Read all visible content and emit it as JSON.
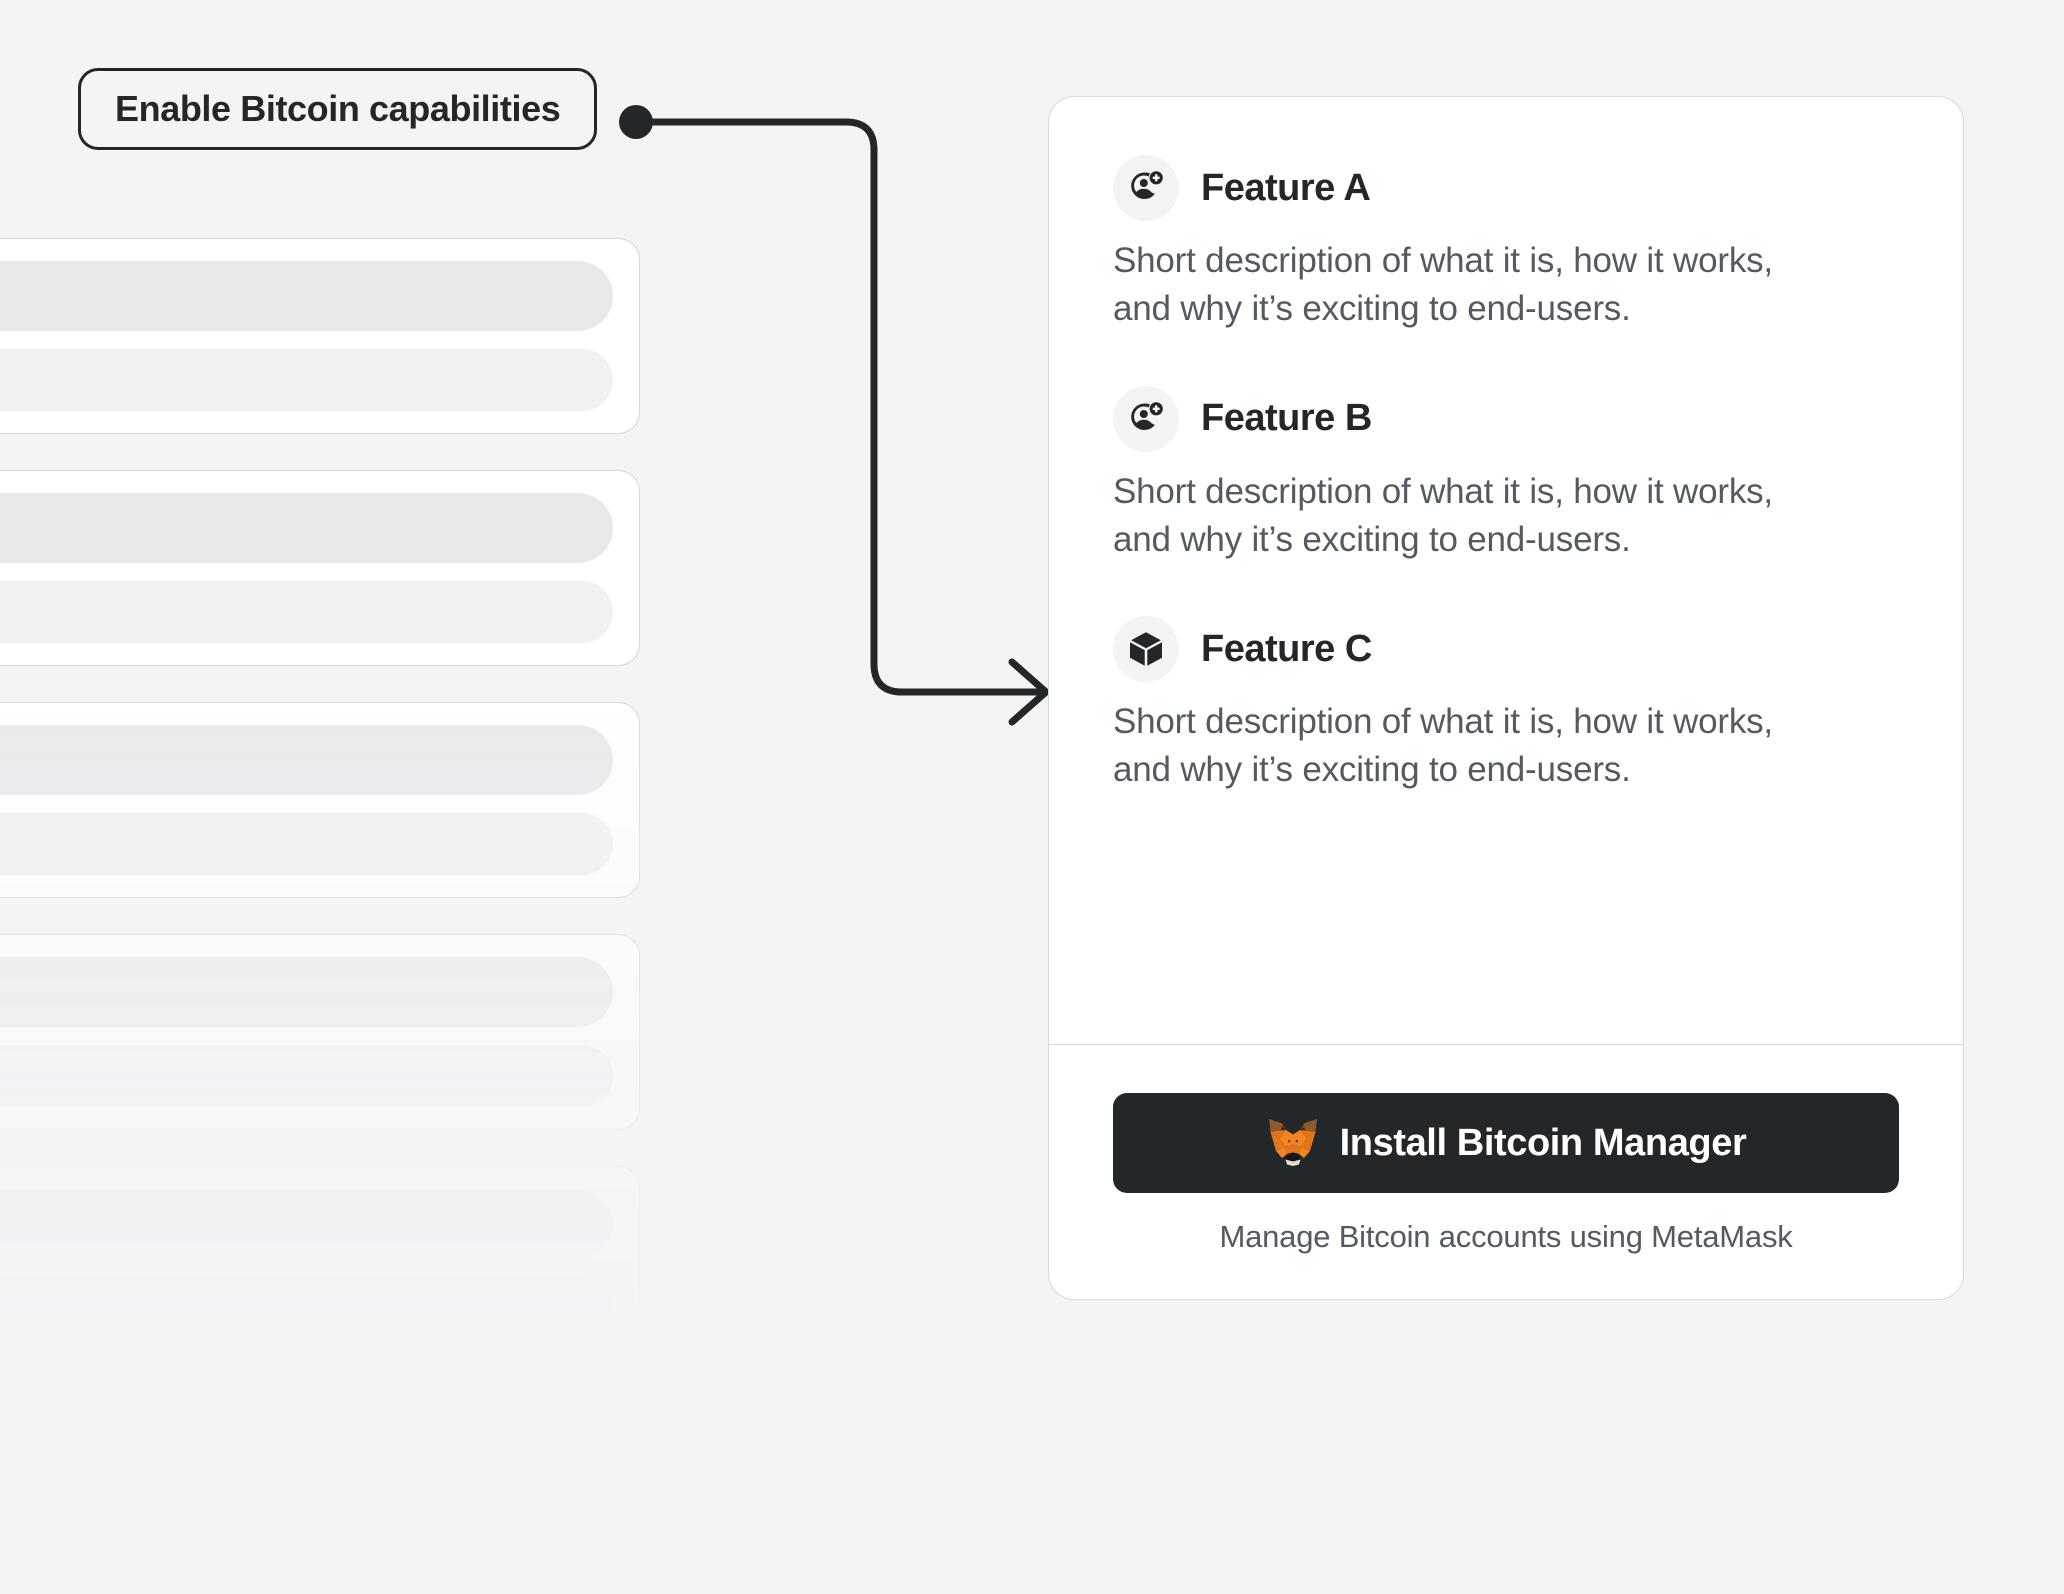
{
  "callout": {
    "label": "Enable Bitcoin capabilities",
    "connector_dot": "connector-dot",
    "arrow": "arrow-head"
  },
  "background": {
    "skeleton_card_count": 6,
    "note": "placeholder account list cards fading downward"
  },
  "card": {
    "features": [
      {
        "icon": "account-add-icon",
        "title": "Feature A",
        "description": "Short description of what it is, how it works, and why it’s exciting to end-users."
      },
      {
        "icon": "account-add-icon",
        "title": "Feature B",
        "description": "Short description of what it is, how it works, and why it’s exciting to end-users."
      },
      {
        "icon": "cube-icon",
        "title": "Feature C",
        "description": "Short description of what it is, how it works, and why it’s exciting to end-users."
      }
    ],
    "footer": {
      "install_button_label": "Install Bitcoin Manager",
      "install_button_icon": "metamask-fox-icon",
      "caption": "Manage Bitcoin accounts using MetaMask"
    }
  },
  "colors": {
    "page_background": "#F2F4F6",
    "card_background": "#FFFFFF",
    "card_border": "#D6D9DC",
    "text_primary": "#24272A",
    "text_secondary": "#535A61",
    "button_background": "#24272A",
    "button_text": "#FFFFFF",
    "icon_circle": "#F2F4F6",
    "connector_stroke": "#24272A",
    "skeleton_bar": "#E7E9EB",
    "fox_orange": "#E2761B",
    "fox_orange_light": "#F5841F",
    "fox_brown": "#763D16",
    "fox_cream": "#E4DDD3"
  }
}
